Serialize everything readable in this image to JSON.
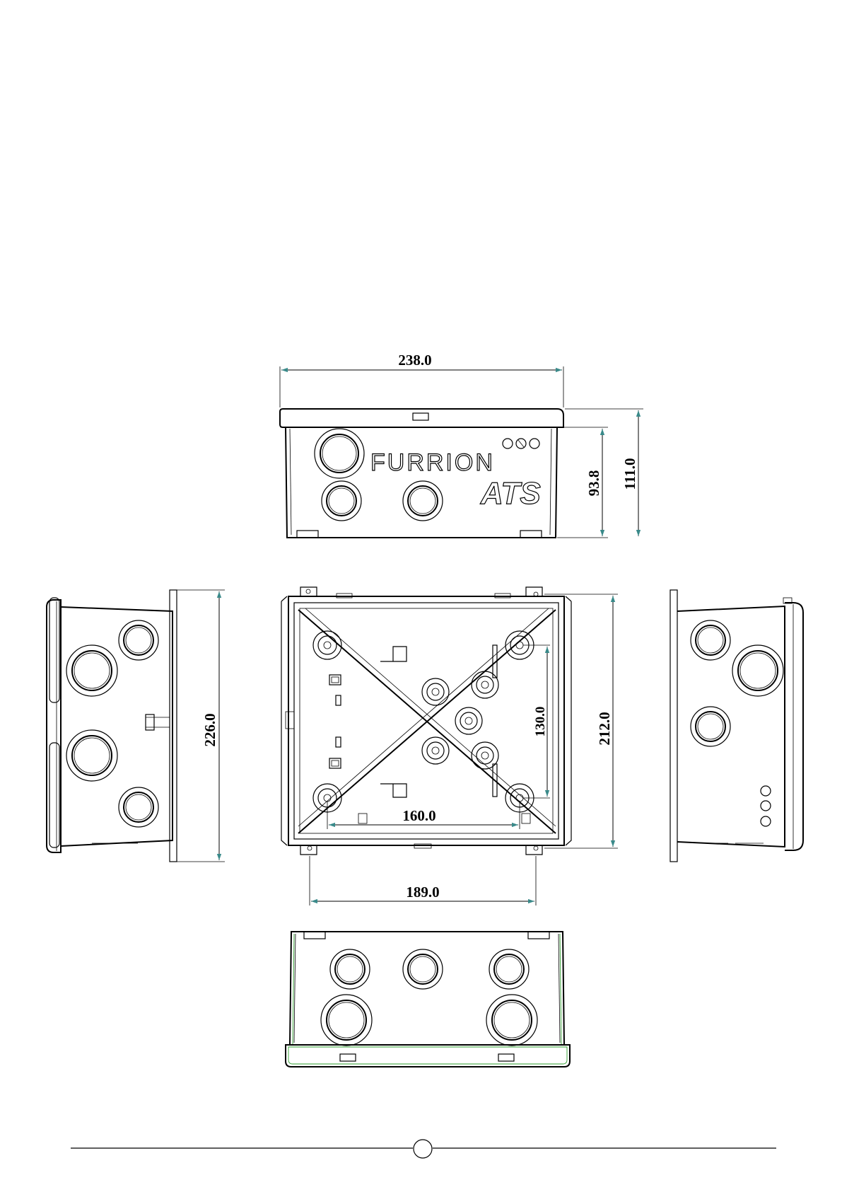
{
  "dimensions": {
    "top_width": "238.0",
    "front_height_inner": "93.8",
    "front_height_outer": "111.0",
    "side_depth": "226.0",
    "base_height": "212.0",
    "mount_vertical": "130.0",
    "mount_horizontal": "160.0",
    "tab_spacing": "189.0"
  },
  "branding": {
    "logo_text": "FURRION",
    "model_text": "ATS"
  },
  "page": {
    "page_number": ""
  }
}
